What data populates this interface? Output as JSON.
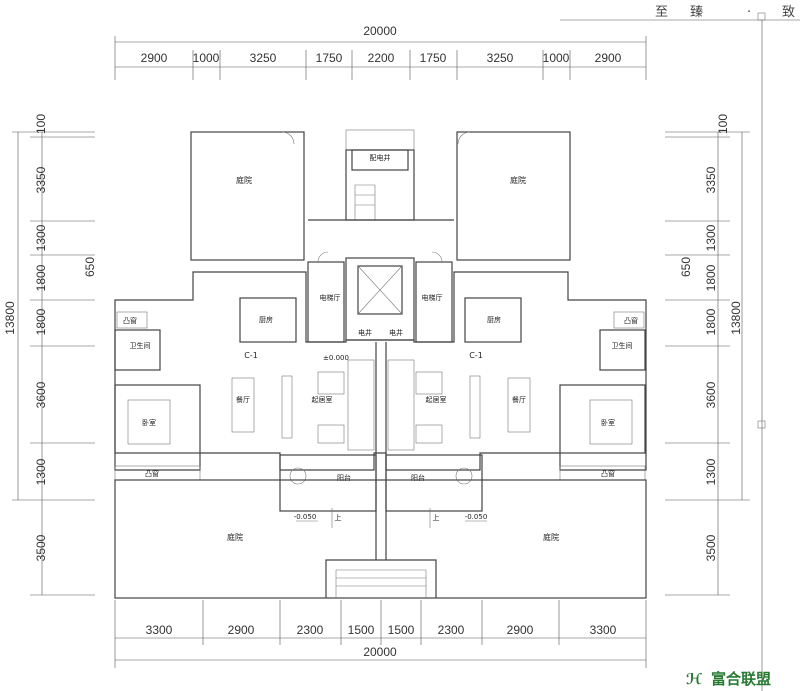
{
  "header": {
    "text_left": "至",
    "text_mid": "臻",
    "dot": "·",
    "text_right": "致"
  },
  "dimensions": {
    "top_total": "20000",
    "top_segments": [
      "2900",
      "1000",
      "3250",
      "1750",
      "2200",
      "1750",
      "3250",
      "1000",
      "2900"
    ],
    "bottom_segments": [
      "3300",
      "2900",
      "2300",
      "1500",
      "1500",
      "2300",
      "2900",
      "3300"
    ],
    "bottom_total": "20000",
    "left_segments": [
      "100",
      "3350",
      "1300",
      "1800",
      "1800",
      "3600",
      "1300",
      "3500"
    ],
    "left_extra": "650",
    "left_total": "13800",
    "right_segments": [
      "100",
      "3350",
      "1300",
      "1800",
      "1800",
      "3600",
      "1300",
      "3500"
    ],
    "right_extra": "650",
    "right_total": "13800"
  },
  "rooms": {
    "garden_top_left": "庭院",
    "garden_top_right": "庭院",
    "distribution_shaft": "配电井",
    "elevator_hall_left": "电梯厅",
    "elevator_hall_right": "电梯厅",
    "kitchen_left": "厨房",
    "kitchen_right": "厨房",
    "bay_top_left": "凸窗",
    "bay_top_right": "凸窗",
    "bath_left": "卫生间",
    "bath_right": "卫生间",
    "unit_left": "C-1",
    "unit_right": "C-1",
    "shaft_left": "电井",
    "shaft_right": "电井",
    "elevation": "±0.000",
    "dining_left": "餐厅",
    "dining_right": "餐厅",
    "living_left": "起居室",
    "living_right": "起居室",
    "bedroom_left": "卧室",
    "bedroom_right": "卧室",
    "bay_bottom_left": "凸窗",
    "bay_bottom_right": "凸窗",
    "balcony_left": "阳台",
    "balcony_right": "阳台",
    "garden_bottom_left": "庭院",
    "garden_bottom_right": "庭院",
    "level_mark_left": "-0.050",
    "level_mark_right": "-0.050",
    "up_left": "上",
    "up_right": "上"
  },
  "watermark": {
    "logo_text": "富合联盟"
  },
  "colors": {
    "line": "#444444",
    "text": "#333333",
    "logo": "#2a7a35"
  }
}
